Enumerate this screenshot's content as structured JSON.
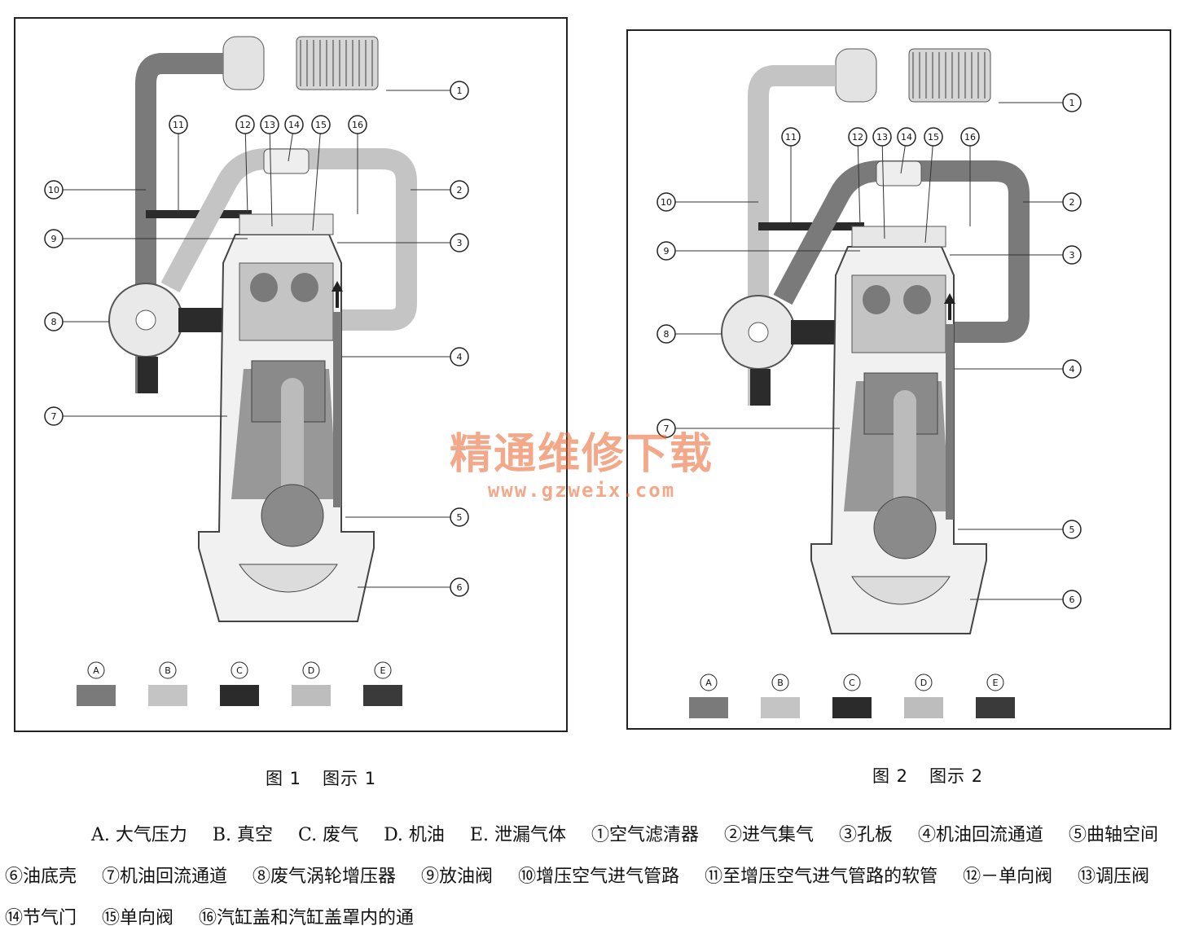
{
  "colors": {
    "atmospheric": "#7a7a7a",
    "vacuum": "#c4c4c4",
    "exhaust": "#2b2b2b",
    "oil": "#bdbdbd",
    "blowby": "#3a3a3a",
    "light_fill": "#e9e9e9",
    "watermark": "#e86028"
  },
  "figures": [
    {
      "caption_number": "图 1",
      "caption_title": "图示 1",
      "callouts": [
        "1",
        "2",
        "3",
        "4",
        "5",
        "6",
        "7",
        "8",
        "9",
        "10",
        "11",
        "12",
        "13",
        "14",
        "15",
        "16"
      ],
      "swatches": [
        "A",
        "B",
        "C",
        "D",
        "E"
      ]
    },
    {
      "caption_number": "图 2",
      "caption_title": "图示 2",
      "callouts": [
        "1",
        "2",
        "3",
        "4",
        "5",
        "6",
        "7",
        "8",
        "9",
        "10",
        "11",
        "12",
        "13",
        "14",
        "15",
        "16"
      ],
      "swatches": [
        "A",
        "B",
        "C",
        "D",
        "E"
      ]
    }
  ],
  "watermark": {
    "title": "精通维修下载",
    "url": "www.gzweix.com"
  },
  "legend": [
    "A. 大气压力",
    "B. 真空",
    "C. 废气",
    "D. 机油",
    "E. 泄漏气体",
    "①空气滤清器",
    "②进气集气",
    "③孔板",
    "④机油回流通道",
    "⑤曲轴空间",
    "⑥油底壳",
    "⑦机油回流通道",
    "⑧废气涡轮增压器",
    "⑨放油阀",
    "⑩增压空气进气管路",
    "⑪至增压空气进气管路的软管",
    "⑫－单向阀",
    "⑬调压阀",
    "⑭节气门",
    "⑮单向阀",
    "⑯汽缸盖和汽缸盖罩内的通"
  ]
}
